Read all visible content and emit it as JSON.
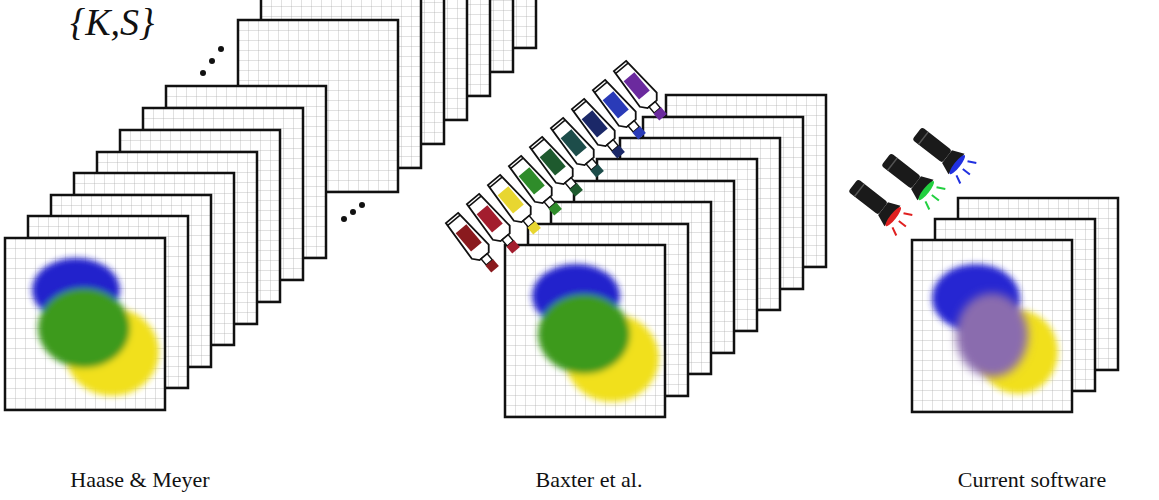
{
  "diagram": {
    "labels": [
      "{K,S}",
      "Haase & Meyer",
      "Baxter et al.",
      "Current software"
    ]
  }
}
